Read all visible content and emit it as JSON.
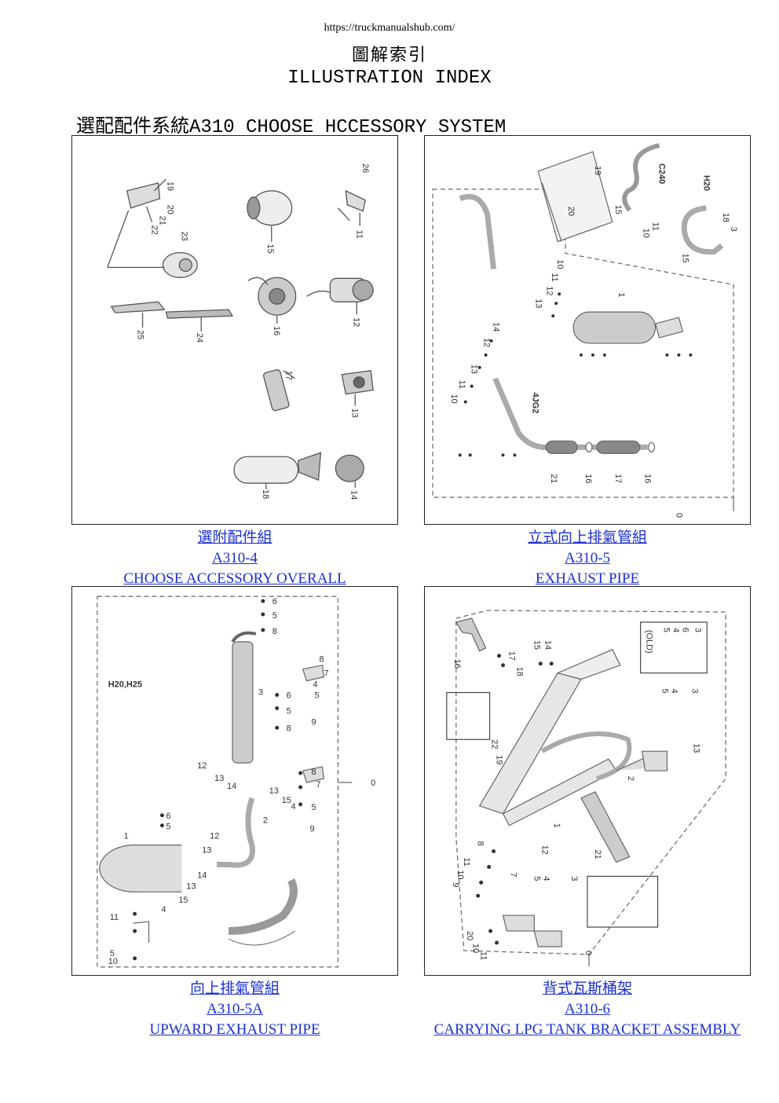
{
  "header": {
    "url": "https://truckmanualshub.com/",
    "title_cn": "圖解索引",
    "title_en": "ILLUSTRATION INDEX"
  },
  "section": {
    "title": "選配配件系統A310 CHOOSE HCCESSORY SYSTEM"
  },
  "panels": [
    {
      "caption_cn": "選附配件組",
      "code": "A310-4",
      "caption_en": "CHOOSE ACCESSORY OVERALL",
      "labels": [
        "19",
        "20",
        "21",
        "22",
        "23",
        "25",
        "24",
        "15",
        "16",
        "26",
        "11",
        "12",
        "17",
        "13",
        "18",
        "14"
      ]
    },
    {
      "caption_cn": "立式向上排氣管組",
      "code": "A310-5",
      "caption_en": "EXHAUST PIPE",
      "labels": [
        "19",
        "20",
        "15",
        "C240",
        "H20",
        "11",
        "10",
        "18",
        "3",
        "15",
        "1",
        "10",
        "11",
        "12",
        "13",
        "14",
        "12",
        "13",
        "11",
        "10",
        "4JG2",
        "21",
        "16",
        "17",
        "16",
        "0"
      ]
    },
    {
      "caption_cn": "向上排氣管組",
      "code": "A310-5A",
      "caption_en": "UPWARD EXHAUST PIPE",
      "labels": [
        "H20,H25",
        "6",
        "5",
        "8",
        "3",
        "6",
        "5",
        "8",
        "7",
        "4",
        "5",
        "9",
        "12",
        "13",
        "14",
        "13",
        "15",
        "2",
        "8",
        "7",
        "4",
        "5",
        "9",
        "0",
        "1",
        "6",
        "5",
        "12",
        "13",
        "14",
        "13",
        "15",
        "4",
        "11",
        "5",
        "10"
      ]
    },
    {
      "caption_cn": "背式瓦斯桶架",
      "code": "A310-6",
      "caption_en": "CARRYING LPG TANK BRACKET ASSEMBLY",
      "labels": [
        "16",
        "17",
        "18",
        "15",
        "14",
        "(OLD)",
        "3",
        "5",
        "4",
        "6",
        "22",
        "19",
        "3",
        "5",
        "4",
        "13",
        "2",
        "1",
        "21",
        "12",
        "8",
        "7",
        "3",
        "5",
        "4",
        "11",
        "10",
        "9",
        "20",
        "10",
        "11",
        "0"
      ]
    }
  ]
}
